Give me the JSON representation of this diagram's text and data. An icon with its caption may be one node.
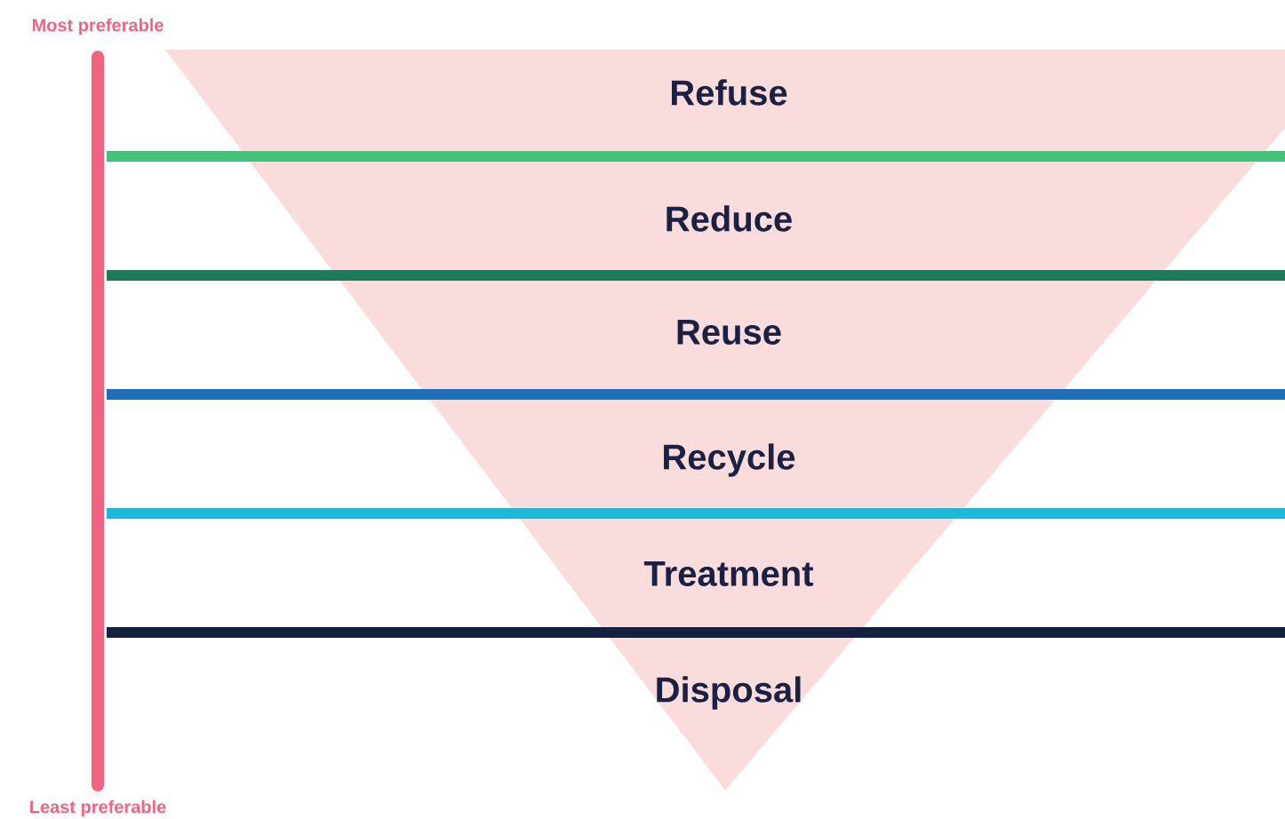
{
  "diagram": {
    "nodes": [
      {
        "text": [
          "Refuse"
        ]
      },
      {
        "text": [
          "Reduce"
        ]
      },
      {
        "text": [
          "Reuse"
        ]
      },
      {
        "text": [
          "Recycle"
        ]
      },
      {
        "text": [
          "Treatment"
        ]
      },
      {
        "text": [
          "Disposal"
        ]
      }
    ],
    "labels": [
      "Most preferable",
      "Least preferable"
    ]
  }
}
